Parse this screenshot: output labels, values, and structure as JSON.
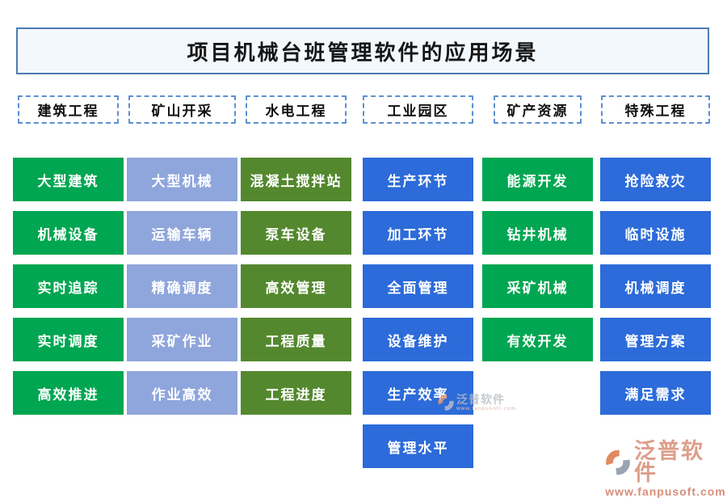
{
  "title": "项目机械台班管理软件的应用场景",
  "columns": [
    {
      "header": "建筑工程",
      "color_name": "green",
      "color": "#00a651",
      "items": [
        "大型建筑",
        "机械设备",
        "实时追踪",
        "实时调度",
        "高效推进"
      ]
    },
    {
      "header": "矿山开采",
      "color_name": "periwinkle",
      "color": "#8fa6dc",
      "items": [
        "大型机械",
        "运输车辆",
        "精确调度",
        "采矿作业",
        "作业高效"
      ]
    },
    {
      "header": "水电工程",
      "color_name": "olive",
      "color": "#54882e",
      "items": [
        "混凝土搅拌站",
        "泵车设备",
        "高效管理",
        "工程质量",
        "工程进度"
      ]
    },
    {
      "header": "工业园区",
      "color_name": "blue",
      "color": "#2c6bd9",
      "items": [
        "生产环节",
        "加工环节",
        "全面管理",
        "设备维护",
        "生产效率",
        "管理水平"
      ]
    },
    {
      "header": "矿产资源",
      "color_name": "green",
      "color": "#00a651",
      "items": [
        "能源开发",
        "钻井机械",
        "采矿机械",
        "有效开发"
      ]
    },
    {
      "header": "特殊工程",
      "color_name": "blue",
      "color": "#2c6bd9",
      "items": [
        "抢险救灾",
        "临时设施",
        "机械调度",
        "管理方案",
        "满足需求"
      ]
    }
  ],
  "watermark_center": {
    "brand": "泛普软件",
    "url": "www.fanpusoft.com"
  },
  "logo": {
    "brand": "泛普软件",
    "url": "www.fanpusoft.com"
  },
  "palette": {
    "title_bg": "#f3f8fd",
    "title_border": "#4c7cb4",
    "header_border_dashed": "#5b8fd2",
    "box_text": "#ffffff",
    "logo_orange": "#e08a60",
    "logo_grey": "#9aa4b0",
    "logo_text_salmon": "#dd9e8b",
    "logo_url_salmon": "#d88f7a",
    "watermark_grey": "#b7bcc2"
  }
}
